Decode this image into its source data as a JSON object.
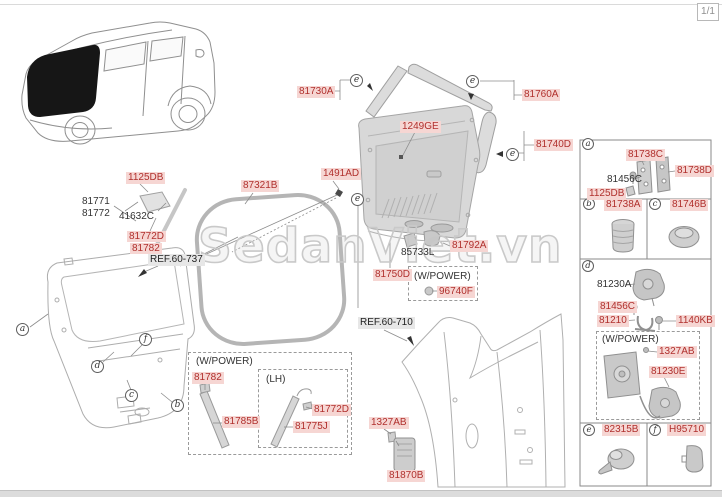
{
  "page": {
    "indicator": "1/1",
    "watermark": "SedanViet.vn"
  },
  "refs": {
    "ref_60_737": "REF.60-737",
    "ref_60_710": "REF.60-710"
  },
  "notes": {
    "w_power": "(W/POWER)",
    "lh": "(LH)"
  },
  "letters": {
    "a": "a",
    "b": "b",
    "c": "c",
    "d": "d",
    "e": "e",
    "f": "f"
  },
  "parts": {
    "81730A": "81730A",
    "81760A": "81760A",
    "1249GE": "1249GE",
    "81740D": "81740D",
    "1125DB": "1125DB",
    "87321B": "87321B",
    "1491AD": "1491AD",
    "81771": "81771",
    "81772": "81772",
    "41632C": "41632C",
    "81772D": "81772D",
    "81782": "81782",
    "81750D": "81750D",
    "85733L": "85733L",
    "81792A": "81792A",
    "96740F": "96740F",
    "81785B": "81785B",
    "81775J": "81775J",
    "1327AB": "1327AB",
    "81870B": "81870B",
    "81738C": "81738C",
    "81456C": "81456C",
    "81738D": "81738D",
    "81738A": "81738A",
    "81746B": "81746B",
    "81230A": "81230A",
    "81210": "81210",
    "1140KB": "1140KB",
    "81230E": "81230E",
    "82315B": "82315B",
    "H95710": "H95710"
  },
  "colors": {
    "label_red": "#b0302d",
    "label_red_bg": "#f6d6d3",
    "ref_bg": "#e7e7e7",
    "line": "#8c8c8c"
  }
}
